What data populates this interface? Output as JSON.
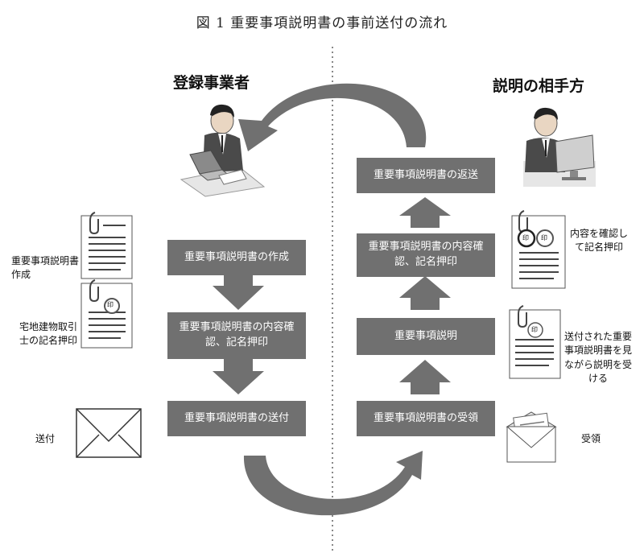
{
  "title": "図 1 重要事項説明書の事前送付の流れ",
  "left_party": "登録事業者",
  "right_party": "説明の相手方",
  "left_steps": [
    "重要事項説明書の作成",
    "重要事項説明書の内容確認、記名押印",
    "重要事項説明書の送付"
  ],
  "right_steps": [
    "重要事項説明書の返送",
    "重要事項説明書の内容確認、記名押印",
    "重要事項説明",
    "重要事項説明書の受領"
  ],
  "left_labels": [
    "重要事項説明書作成",
    "宅地建物取引士の記名押印",
    "送付"
  ],
  "right_labels": [
    "内容を確認して記名押印",
    "送付された重要事項説明書を見ながら説明を受ける",
    "受領"
  ],
  "stamp_text": "印",
  "colors": {
    "box": "#707070",
    "arrow": "#6e6e6e",
    "divider": "#888888"
  },
  "icons": [
    "person-at-laptop-icon",
    "person-at-monitor-icon",
    "document-icon",
    "stamped-document-icon",
    "envelope-closed-icon",
    "envelope-open-icon"
  ]
}
